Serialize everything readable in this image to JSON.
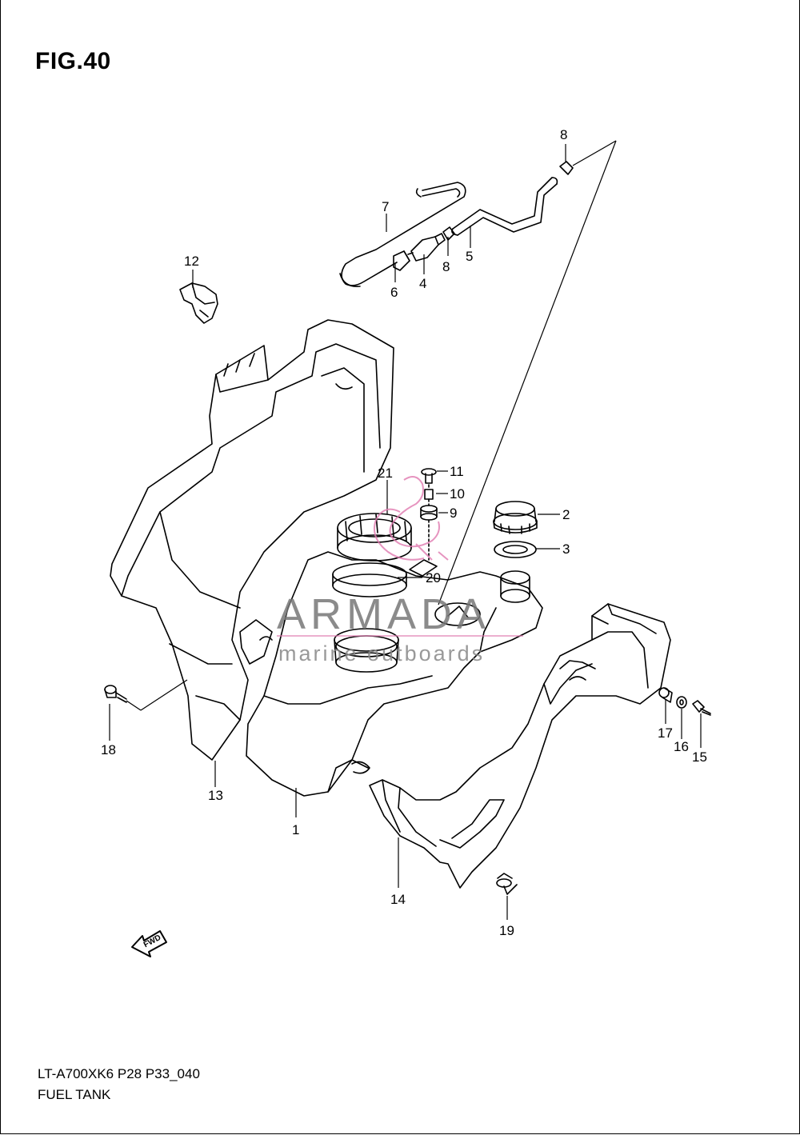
{
  "figure": {
    "title": "FIG.40",
    "model_code": "LT-A700XK6 P28 P33_040",
    "section_name": "FUEL TANK"
  },
  "watermark": {
    "brand": "ARMADA",
    "tagline": "marine outboards",
    "accent_color": "#e07ab0"
  },
  "direction_marker": "FWD",
  "callouts": [
    "1",
    "2",
    "3",
    "4",
    "5",
    "6",
    "7",
    "8",
    "8",
    "9",
    "10",
    "11",
    "12",
    "13",
    "14",
    "15",
    "16",
    "17",
    "18",
    "19",
    "20",
    "21"
  ]
}
